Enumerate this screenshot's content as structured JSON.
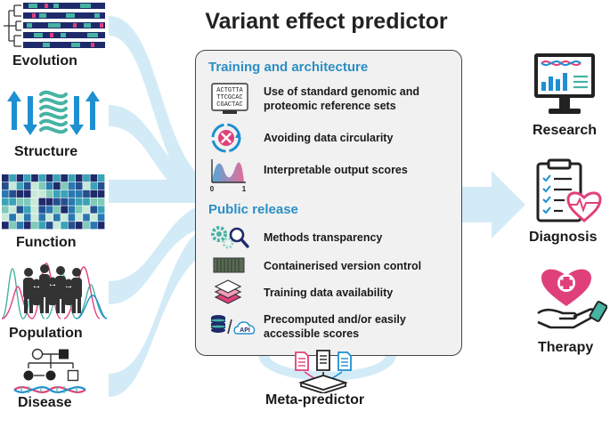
{
  "title": "Variant effect predictor",
  "sources": [
    {
      "label": "Evolution"
    },
    {
      "label": "Structure"
    },
    {
      "label": "Function"
    },
    {
      "label": "Population"
    },
    {
      "label": "Disease"
    }
  ],
  "panel": {
    "training_heading": "Training and architecture",
    "training_items": [
      {
        "text": "Use of standard genomic and proteomic reference sets",
        "icon": "reference-sets-icon"
      },
      {
        "text": "Avoiding data circularity",
        "icon": "circularity-icon"
      },
      {
        "text": "Interpretable output scores",
        "icon": "score-distribution-icon"
      }
    ],
    "release_heading": "Public release",
    "release_items": [
      {
        "text": "Methods transparency",
        "icon": "gears-magnifier-icon"
      },
      {
        "text": "Containerised version control",
        "icon": "container-icon"
      },
      {
        "text": "Training data availability",
        "icon": "layers-icon"
      },
      {
        "text": "Precomputed and/or easily accessible scores",
        "icon": "database-api-icon"
      }
    ],
    "sequence_lines": [
      "ACTGTTA",
      "TTCGCAC",
      "CGACTAC"
    ],
    "score_axis": {
      "min": "0",
      "max": "1"
    },
    "api_label": "API"
  },
  "outputs": [
    {
      "label": "Research"
    },
    {
      "label": "Diagnosis"
    },
    {
      "label": "Therapy"
    }
  ],
  "meta_predictor": {
    "label": "Meta-predictor"
  },
  "colors": {
    "flow": "#d3ebf7",
    "heading": "#2a8fc4",
    "navy": "#1f2a6b",
    "teal": "#46b3a3",
    "pink": "#e0407a",
    "blue": "#1e8fd0",
    "panel_bg": "#f1f1f1"
  }
}
